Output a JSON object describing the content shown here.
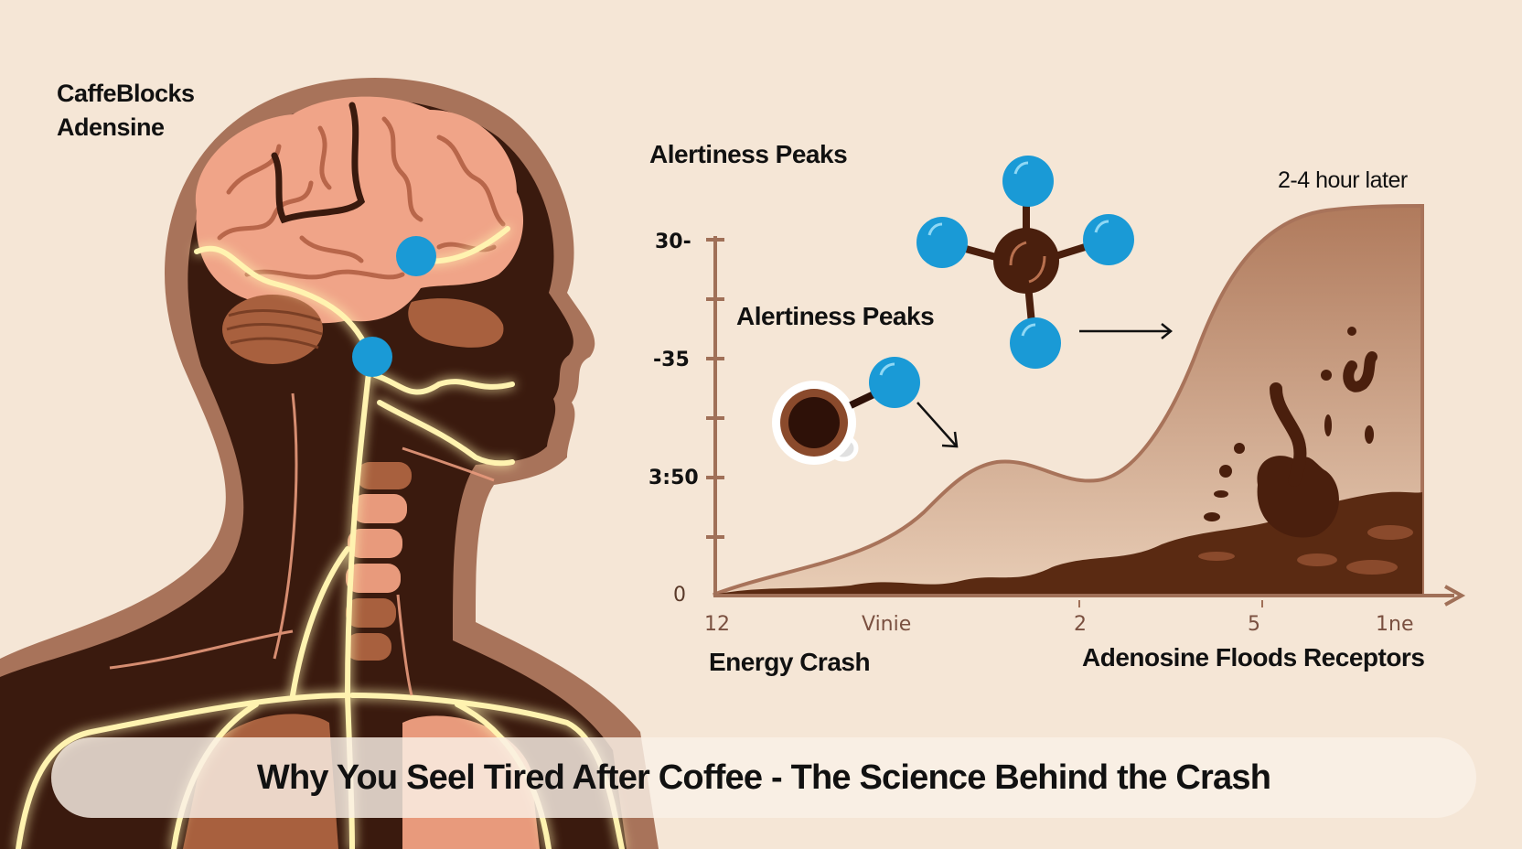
{
  "colors": {
    "background": "#f5e6d6",
    "head_outline": "#a8735a",
    "head_dark": "#3a1a0e",
    "brain": "#f0a488",
    "brain_fold": "#b8664a",
    "receptor_blue": "#1a9ad6",
    "nerve_glow": "#fff7c0",
    "axis": "#a07058",
    "curve_fill": "#d4a98c",
    "crash_dark": "#5a2a12",
    "text": "#111111"
  },
  "labels": {
    "caffeine_blocks": "CaffeBlocks\nAdensine",
    "caffeine_blocks_line1": "CaffeBlocks",
    "caffeine_blocks_line2": "Adensine",
    "alertiness_peaks_top": "Alertiness Peaks",
    "alertiness_peaks_mid": "Alertiness Peaks",
    "hours_later": "2-4 hour later",
    "energy_crash": "Energy Crash",
    "adenosine_floods": "Adenosine Floods Receptors"
  },
  "title": "Why You Seel Tired After Coffee - The Science Behind the Crash",
  "icons": {
    "coffee_cup": "coffee-cup-icon",
    "caffeine_molecule": "molecule-icon",
    "adenosine_splash": "splash-icon",
    "arrow_right": "arrow-right-icon",
    "arrow_down_right": "arrow-down-right-icon"
  },
  "chart_data": {
    "type": "area",
    "title": "Alertiness Peaks",
    "xlabel": "",
    "ylabel": "",
    "y_tick_labels": [
      "30-",
      "-35",
      "3:50",
      "0"
    ],
    "x_tick_labels": [
      "12",
      "Vinie",
      "2",
      "5",
      "1ne"
    ],
    "annotations": [
      "Alertiness Peaks",
      "2-4 hour later",
      "Energy Crash",
      "Adenosine Floods Receptors"
    ],
    "series": [
      {
        "name": "Alertiness",
        "x": [
          0,
          0.1,
          0.2,
          0.3,
          0.38,
          0.48,
          0.58,
          0.66,
          0.74,
          0.82,
          0.9,
          1.0
        ],
        "values": [
          0,
          0.05,
          0.12,
          0.28,
          0.37,
          0.33,
          0.37,
          0.55,
          0.8,
          0.95,
          0.99,
          1.0
        ]
      },
      {
        "name": "Adenosine (crash)",
        "x": [
          0,
          0.2,
          0.4,
          0.6,
          0.8,
          1.0
        ],
        "values": [
          0,
          0.02,
          0.04,
          0.07,
          0.14,
          0.24
        ]
      }
    ],
    "grid": false,
    "legend": "none"
  }
}
